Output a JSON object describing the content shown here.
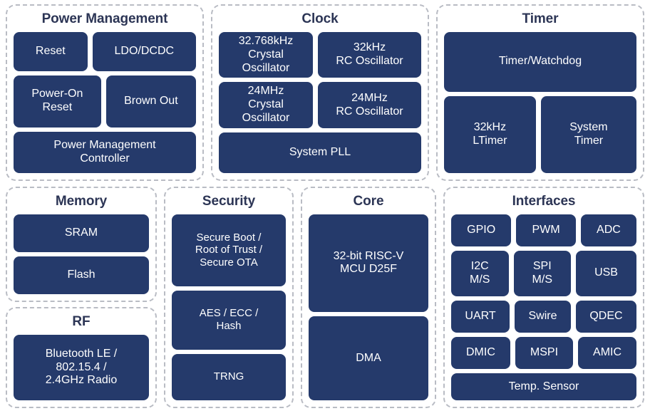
{
  "diagram": {
    "colors": {
      "block_fill": "#253a6b",
      "block_text": "#ffffff",
      "panel_border": "#b9bcc4",
      "panel_bg": "#ffffff",
      "title_text": "#2c3555",
      "page_bg": "#ffffff"
    },
    "panels": [
      {
        "id": "power-management",
        "title": "Power Management",
        "blocks": [
          "Reset",
          "LDO/DCDC",
          "Power-On\nReset",
          "Brown Out",
          "Power Management\nController"
        ]
      },
      {
        "id": "clock",
        "title": "Clock",
        "blocks": [
          "32.768kHz\nCrystal\nOscillator",
          "32kHz\nRC Oscillator",
          "24MHz\nCrystal\nOscillator",
          "24MHz\nRC Oscillator",
          "System PLL"
        ]
      },
      {
        "id": "timer",
        "title": "Timer",
        "blocks": [
          "Timer/Watchdog",
          "32kHz\nLTimer",
          "System\nTimer"
        ]
      },
      {
        "id": "memory",
        "title": "Memory",
        "blocks": [
          "SRAM",
          "Flash"
        ]
      },
      {
        "id": "rf",
        "title": "RF",
        "blocks": [
          "Bluetooth LE /\n802.15.4 /\n2.4GHz Radio"
        ]
      },
      {
        "id": "security",
        "title": "Security",
        "blocks": [
          "Secure Boot /\nRoot of Trust /\nSecure OTA",
          "AES / ECC /\nHash",
          "TRNG"
        ]
      },
      {
        "id": "core",
        "title": "Core",
        "blocks": [
          "32-bit RISC-V\nMCU D25F",
          "DMA"
        ]
      },
      {
        "id": "interfaces",
        "title": "Interfaces",
        "blocks": [
          "GPIO",
          "PWM",
          "ADC",
          "I2C\nM/S",
          "SPI\nM/S",
          "USB",
          "UART",
          "Swire",
          "QDEC",
          "DMIC",
          "MSPI",
          "AMIC",
          "Temp. Sensor"
        ]
      }
    ]
  }
}
